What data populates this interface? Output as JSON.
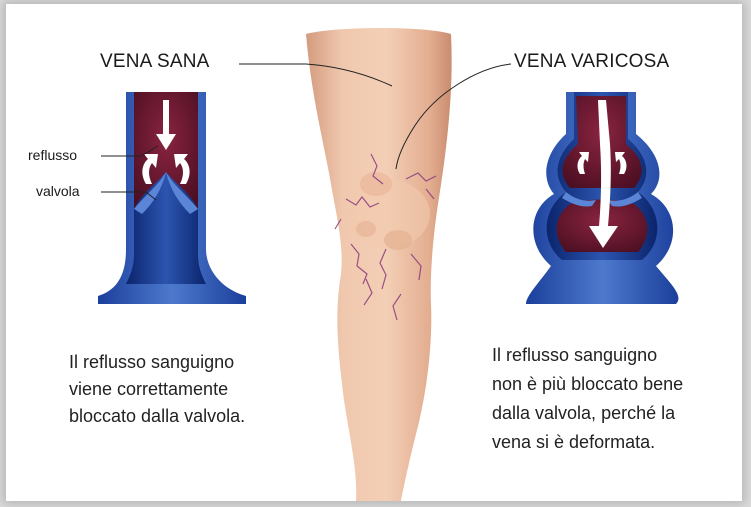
{
  "labels": {
    "healthy_vein": "VENA SANA",
    "varicose_vein": "VENA VARICOSA",
    "reflux": "reflusso",
    "valve": "valvola"
  },
  "captions": {
    "left": [
      "Il reflusso sanguigno",
      "viene correttamente",
      "bloccato dalla valvola."
    ],
    "right": [
      "Il reflusso sanguigno",
      "non è più bloccato bene",
      "dalla valvola, perché la",
      "vena si è deformata."
    ]
  },
  "colors": {
    "vein_wall": "#3a63b7",
    "vein_dark": "#0e2e86",
    "blood": "#6e1830",
    "skin": "#e8b99c",
    "arrow": "#ffffff"
  }
}
